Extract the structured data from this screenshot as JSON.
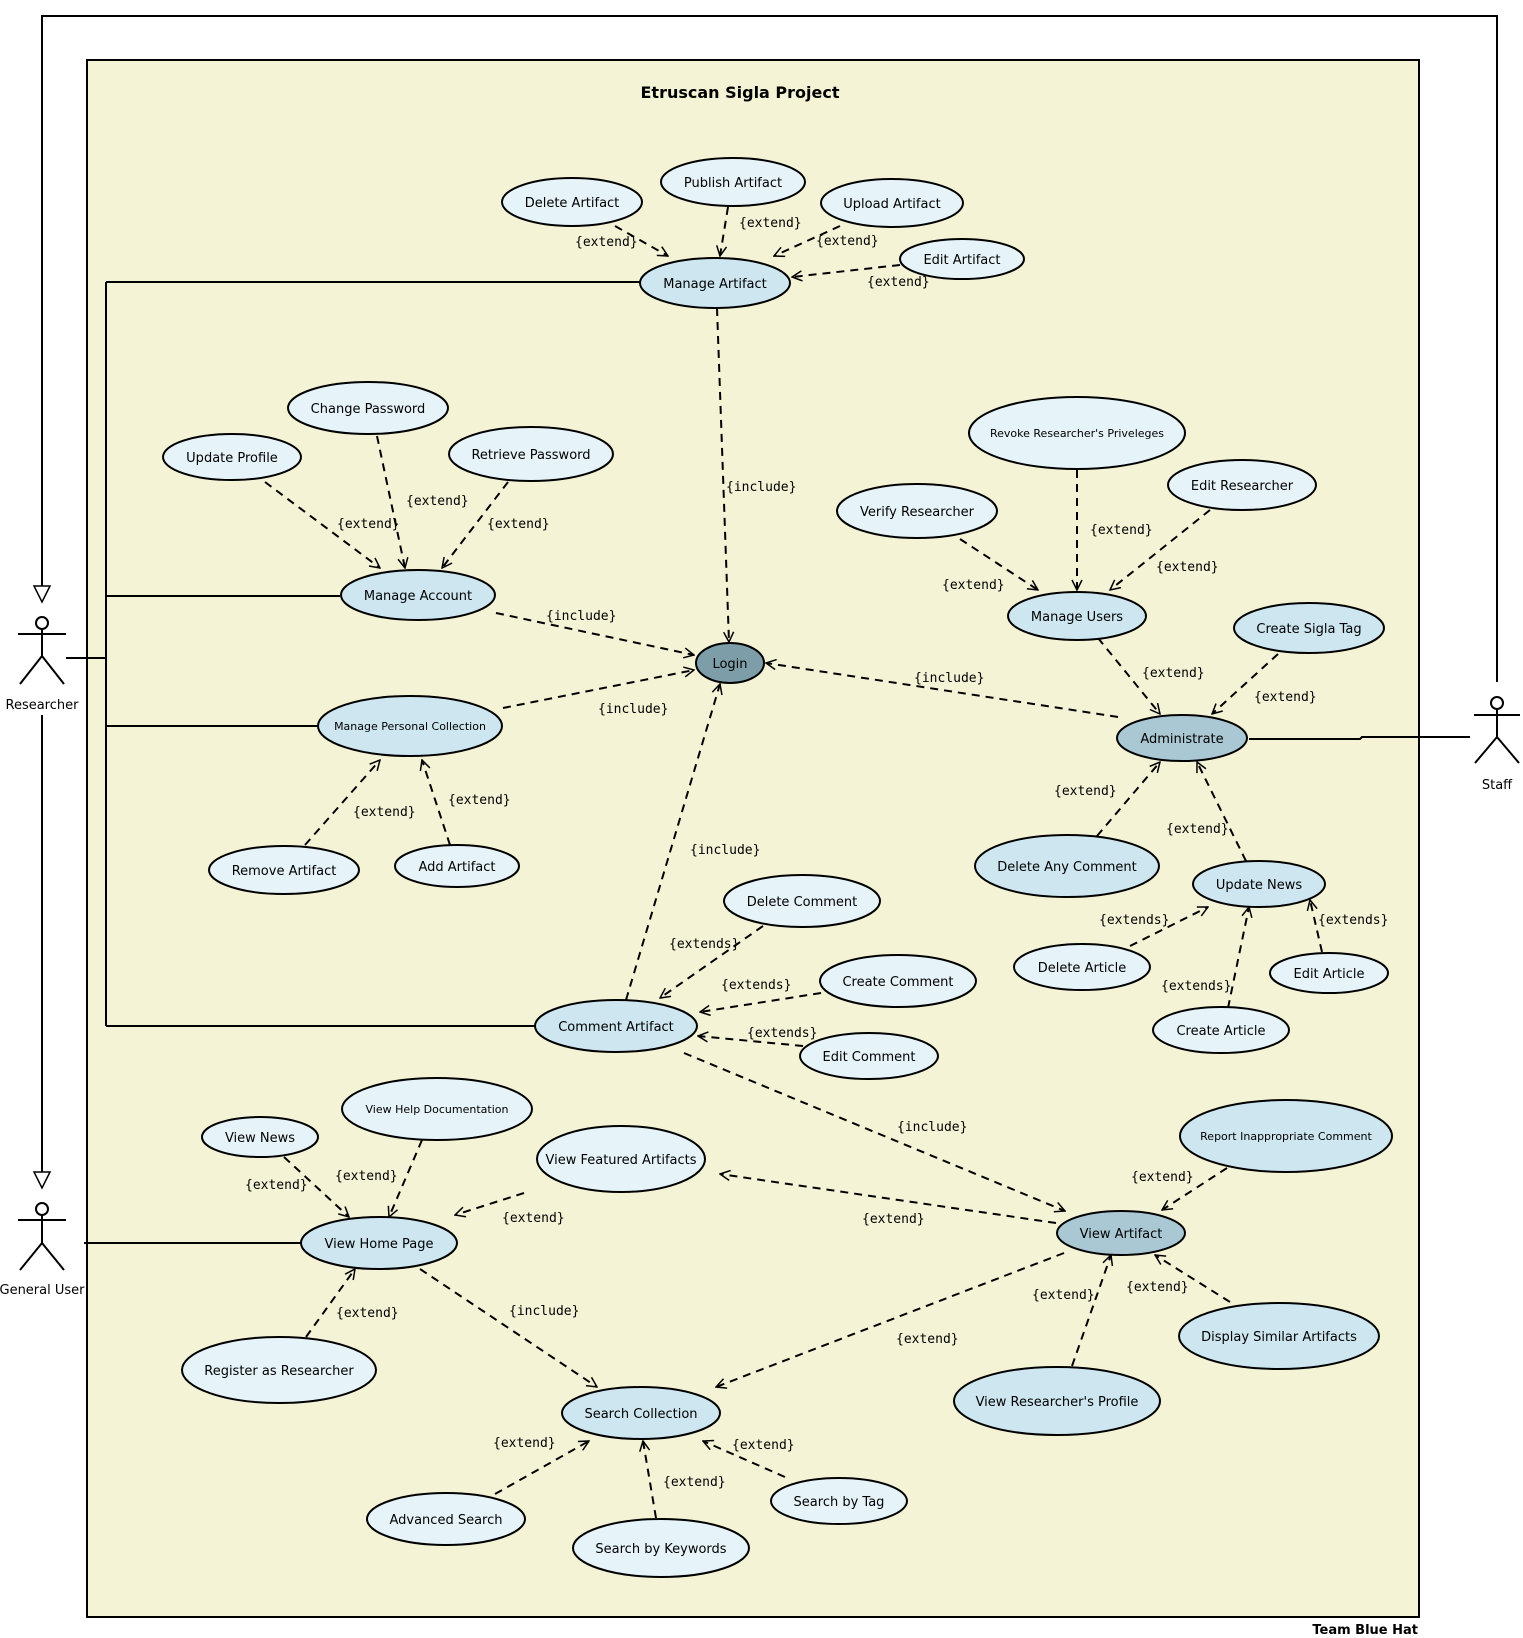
{
  "system": {
    "title": "Etruscan Sigla Project",
    "footer": "Team Blue Hat"
  },
  "colors": {
    "boundary": "#f4f3d6",
    "light": "#e6f3f8",
    "medium": "#cde6f0",
    "dark": "#a9c8d3",
    "login": "#7d9ea9",
    "stroke": "#000000"
  },
  "actors": {
    "researcher": "Researcher",
    "staff": "Staff",
    "general_user": "General User"
  },
  "usecases": {
    "delete_artifact": "Delete Artifact",
    "publish_artifact": "Publish Artifact",
    "upload_artifact": "Upload Artifact",
    "edit_artifact": "Edit Artifact",
    "manage_artifact": "Manage Artifact",
    "change_password": "Change Password",
    "update_profile": "Update Profile",
    "retrieve_password": "Retrieve Password",
    "manage_account": "Manage Account",
    "login": "Login",
    "manage_personal_collection": "Manage Personal Collection",
    "remove_artifact": "Remove Artifact",
    "add_artifact": "Add Artifact",
    "revoke_privileges": "Revoke Researcher's Priveleges",
    "verify_researcher": "Verify Researcher",
    "edit_researcher": "Edit Researcher",
    "manage_users": "Manage Users",
    "create_sigla_tag": "Create Sigla Tag",
    "administrate": "Administrate",
    "delete_any_comment": "Delete Any Comment",
    "update_news": "Update News",
    "delete_article": "Delete Article",
    "edit_article": "Edit Article",
    "create_article": "Create Article",
    "delete_comment": "Delete Comment",
    "create_comment": "Create Comment",
    "comment_artifact": "Comment Artifact",
    "edit_comment": "Edit Comment",
    "view_news": "View News",
    "view_help": "View Help Documentation",
    "view_featured": "View Featured Artifacts",
    "view_home": "View Home Page",
    "register": "Register as Researcher",
    "report_comment": "Report Inappropriate Comment",
    "view_artifact": "View Artifact",
    "display_similar": "Display Similar Artifacts",
    "view_researcher_profile": "View Researcher's Profile",
    "search_collection": "Search Collection",
    "advanced_search": "Advanced Search",
    "search_keywords": "Search by Keywords",
    "search_tag": "Search by Tag"
  },
  "relations": {
    "extend": "{extend}",
    "extends": "{extends}",
    "include": "{include}"
  }
}
